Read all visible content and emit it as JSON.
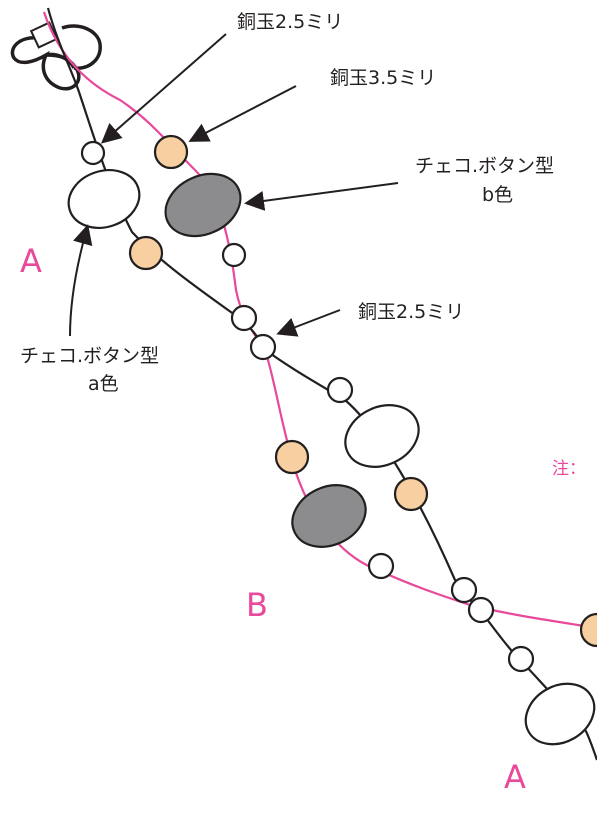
{
  "labels": {
    "copper_small_top": "銅玉2.5ミリ",
    "copper_large": "銅玉3.5ミリ",
    "czech_button_b_line1": "チェコ.ボタン型",
    "czech_button_b_line2": "b色",
    "copper_small_mid": "銅玉2.5ミリ",
    "czech_button_a_line1": "チェコ.ボタン型",
    "czech_button_a_line2": "a色",
    "section_a_left": "A",
    "section_b": "B",
    "section_a_bottom": "A",
    "note": "注："
  },
  "colors": {
    "black_thread": "#231f20",
    "pink_thread": "#e8499a",
    "copper_bead": "#f7cfa0",
    "button_b_fill": "#8c8c8e",
    "label_pink": "#e8499a"
  }
}
